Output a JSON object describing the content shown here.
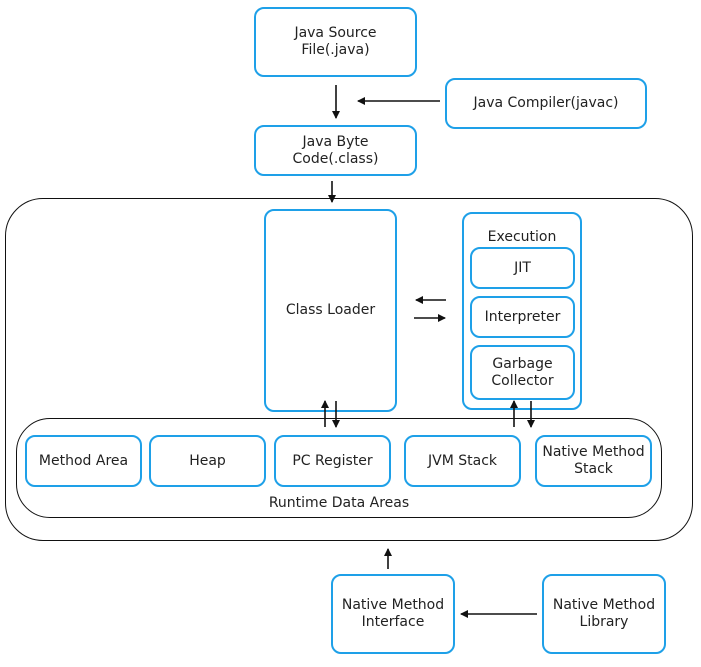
{
  "java_source": "Java Source\nFile(.java)",
  "compiler": "Java Compiler(javac)",
  "byte_code": "Java Byte\nCode(.class)",
  "class_loader": "Class Loader",
  "execution": {
    "title": "Execution",
    "jit": "JIT",
    "interpreter": "Interpreter",
    "gc": "Garbage\nCollector"
  },
  "runtime": {
    "title": "Runtime Data Areas",
    "method_area": "Method Area",
    "heap": "Heap",
    "pc_register": "PC Register",
    "jvm_stack": "JVM Stack",
    "native_method_stack": "Native Method\nStack"
  },
  "native_interface": "Native Method\nInterface",
  "native_library": "Native Method\nLibrary",
  "colors": {
    "box_border": "#1ea0e8",
    "frame_border": "#111111",
    "arrow": "#111111"
  }
}
